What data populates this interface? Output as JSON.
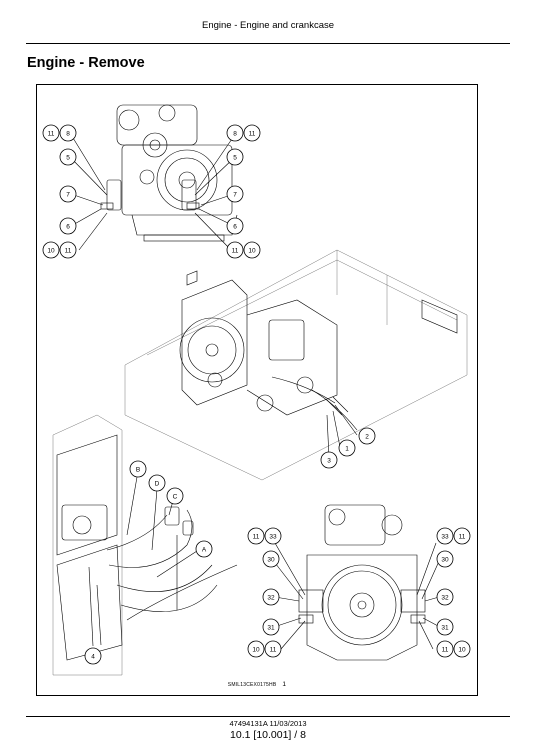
{
  "header": {
    "running_title": "Engine - Engine and crankcase"
  },
  "section": {
    "title": "Engine - Remove"
  },
  "figure": {
    "reference_code": "SMIL13CEX0175HB",
    "figure_number": "1",
    "callouts": {
      "c11": "11",
      "c8": "8",
      "c5": "5",
      "c7": "7",
      "c6": "6",
      "c10": "10",
      "c2": "2",
      "c1": "1",
      "c3": "3",
      "cB": "B",
      "cD": "D",
      "cC": "C",
      "cA": "A",
      "c4": "4",
      "c33": "33",
      "c30": "30",
      "c32": "32",
      "c31": "31"
    }
  },
  "footer": {
    "doc_code": "47494131A 11/03/2013",
    "page_ref": "10.1 [10.001] / 8"
  }
}
